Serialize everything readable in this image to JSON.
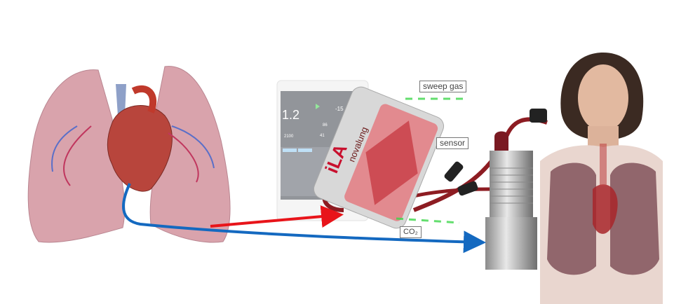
{
  "labels": {
    "sweep_gas": "sweep gas",
    "sensor": "sensor",
    "co2": "CO₂"
  },
  "device": {
    "brand_main": "iLA",
    "brand_sub": "novalung"
  },
  "monitor": {
    "value_main": "1.2",
    "value_neg": "-15",
    "value_2100": "2100",
    "value_86": "86",
    "value_41": "41"
  },
  "colors": {
    "arterial": "#e8141a",
    "venous": "#1469c0",
    "gas": "#3dd64a",
    "lung": "#d9a3ac",
    "heart": "#b8453c"
  }
}
